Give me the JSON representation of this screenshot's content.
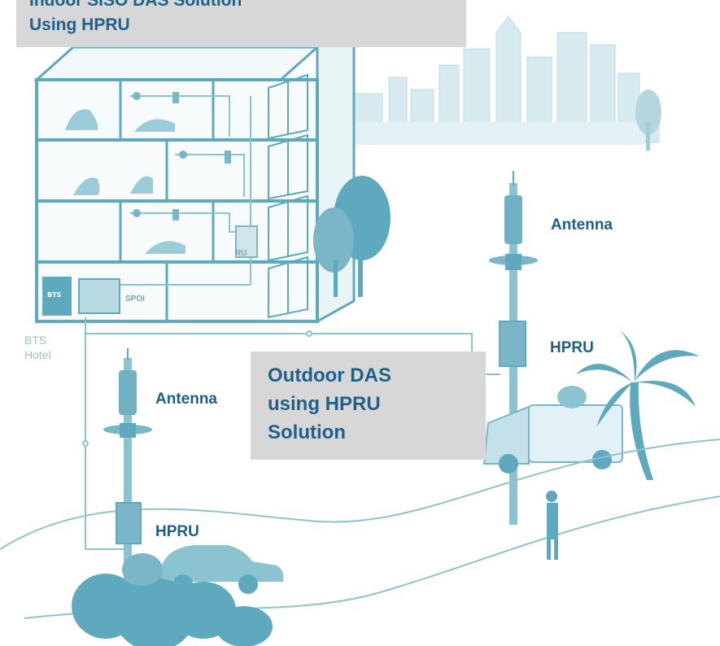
{
  "title_indoor": {
    "line1": "Indoor SISO DAS Solution",
    "line2": "Using HPRU"
  },
  "title_outdoor": {
    "line1": "Outdoor DAS",
    "line2": "using HPRU",
    "line3": "Solution"
  },
  "labels": {
    "antenna_right": "Antenna",
    "hpru_right": "HPRU",
    "antenna_left": "Antenna",
    "hpru_left": "HPRU"
  },
  "building": {
    "bts": "BTS",
    "spoi": "SPOI",
    "ru": "RU",
    "bts_hotel_line1": "BTS",
    "bts_hotel_line2": "Hotel"
  },
  "colors": {
    "art_dark": "#5ea9bd",
    "art_mid": "#8cc3d1",
    "art_light": "#c4e0e8",
    "label_text": "#1f5f82",
    "box_bg": "#d7d7d7"
  }
}
